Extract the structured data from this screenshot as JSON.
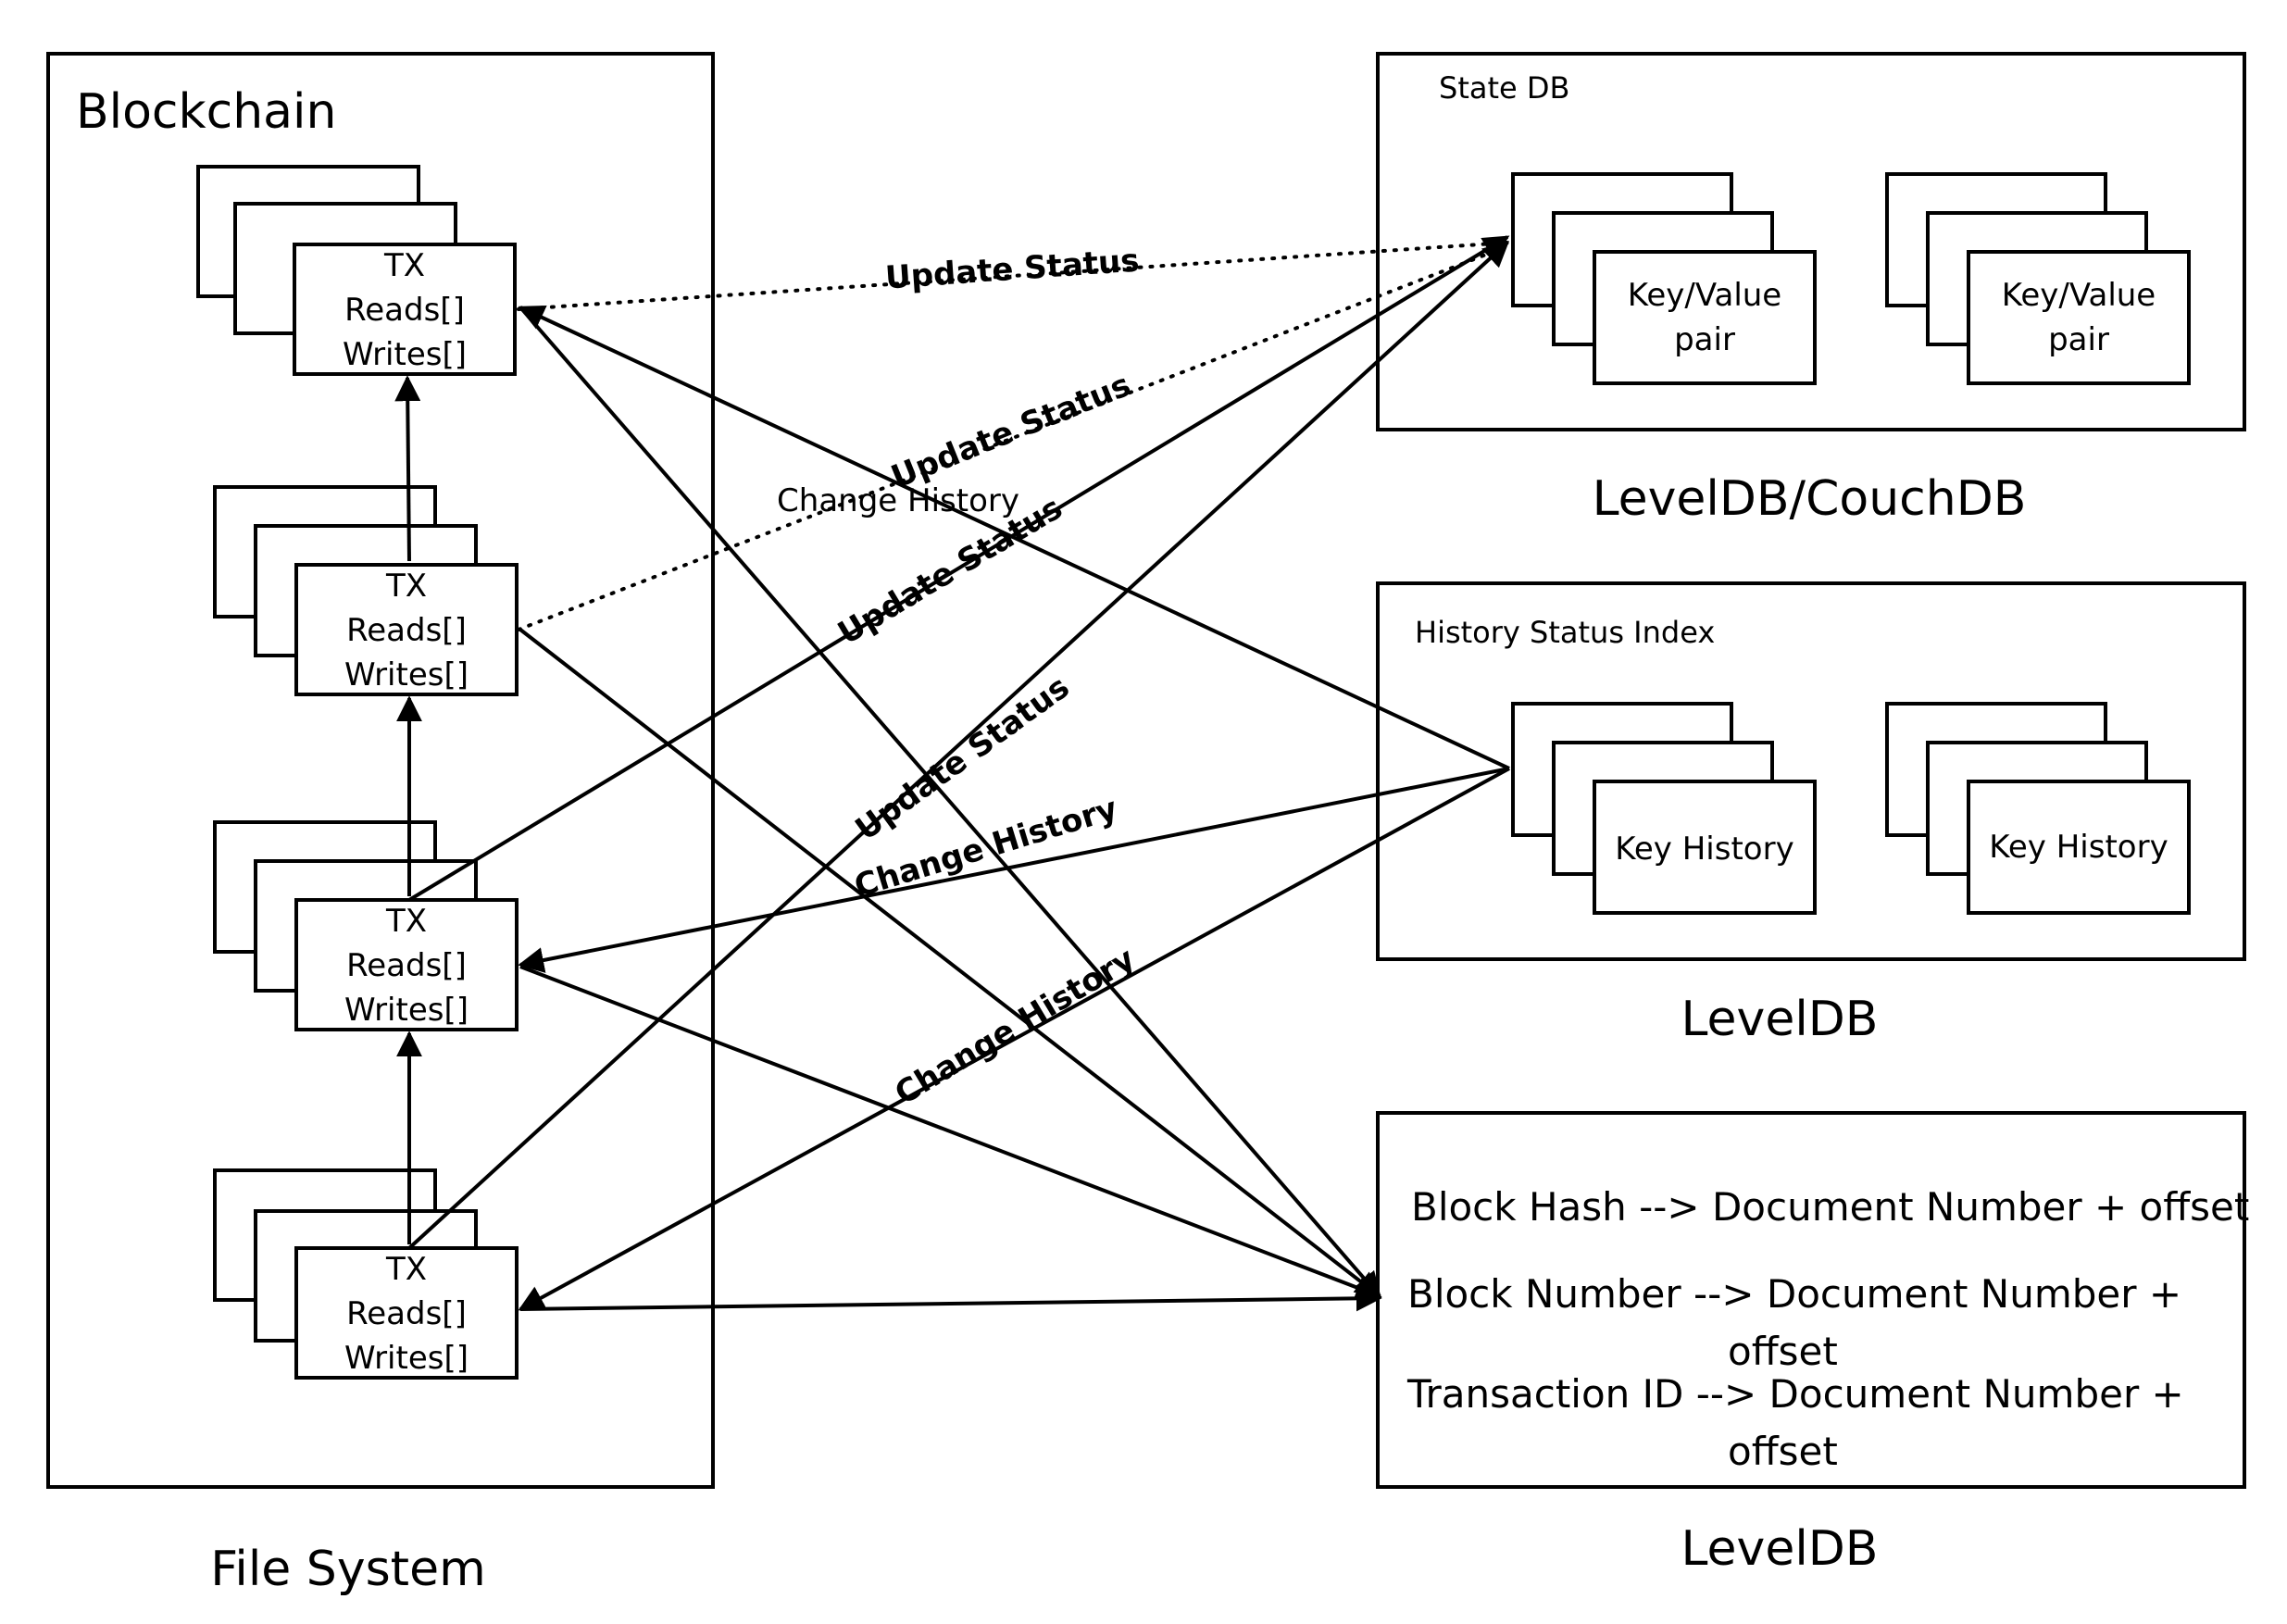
{
  "blockchain": {
    "title": "Blockchain",
    "caption": "File System",
    "transactions": [
      {
        "line1": "TX",
        "line2": "Reads[]",
        "line3": "Writes[]"
      },
      {
        "line1": "TX",
        "line2": "Reads[]",
        "line3": "Writes[]"
      },
      {
        "line1": "TX",
        "line2": "Reads[]",
        "line3": "Writes[]"
      },
      {
        "line1": "TX",
        "line2": "Reads[]",
        "line3": "Writes[]"
      }
    ]
  },
  "state_db": {
    "title": "State DB",
    "caption": "LevelDB/CouchDB",
    "pairs": [
      {
        "line1": "Key/Value",
        "line2": "pair"
      },
      {
        "line1": "Key/Value",
        "line2": "pair"
      }
    ]
  },
  "history_index": {
    "title": "History Status Index",
    "caption": "LevelDB",
    "items": [
      "Key History",
      "Key History"
    ]
  },
  "block_index": {
    "caption": "LevelDB",
    "lines": [
      "Block Hash --> Document Number + offset",
      "Block Number --> Document Number +",
      "offset",
      "Transaction ID --> Document Number +",
      "offset"
    ]
  },
  "edge_labels": {
    "update_status_1": "Update Status",
    "update_status_2": "Update Status",
    "update_status_3": "Update Status",
    "update_status_4": "Update Status",
    "change_history_1": "Change History",
    "change_history_2": "Change History",
    "change_history_3": "Change History"
  }
}
